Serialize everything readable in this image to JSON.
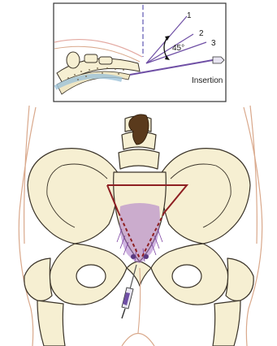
{
  "inset": {
    "needle_positions": [
      "1",
      "2",
      "3"
    ],
    "angle_label": "45°",
    "caption": "Insertion"
  },
  "colors": {
    "bone_fill": "#f6efd2",
    "bone_outline": "#3a3328",
    "body_outline": "#d9a88b",
    "marker": "#8e1f22",
    "anesthetic": "#a874c8",
    "needle": "#6f4fa5",
    "guide_line": "#6b63b8"
  }
}
